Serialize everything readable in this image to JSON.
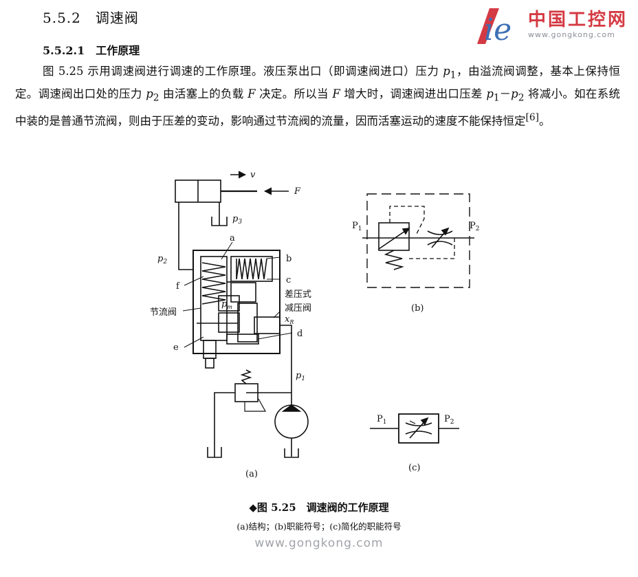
{
  "header": {
    "section_title": "5.5.2　调速阀",
    "subsection_title": "5.5.2.1　工作原理"
  },
  "logo": {
    "mark": "ie",
    "name": "中国工控网",
    "url": "www.gongkong.com"
  },
  "paragraph": {
    "s1": "图 5.25 示用调速阀进行调速的工作原理。液压泵出口（即调速阀进口）压力 ",
    "p1": "p",
    "p1_sub": "1",
    "s2": "，由溢流阀调整，基本上保持恒定。调速阀出口处的压力 ",
    "p2": "p",
    "p2_sub": "2",
    "s3": " 由活塞上的负载 ",
    "F1": "F",
    "s4": " 决定。所以当 ",
    "F2": "F",
    "s5": " 增大时，调速阀进出口压差 ",
    "p1b": "p",
    "p1b_sub": "1",
    "minus": "－",
    "p2b": "p",
    "p2b_sub": "2",
    "s6": " 将减小。如在系统中装的是普通节流阀，则由于压差的变动，影响通过节流阀的流量，因而活塞运动的速度不能保持恒定",
    "ref": "[6]",
    "s7": "。"
  },
  "figure": {
    "a": {
      "v": "v",
      "F": "F",
      "p3": "p",
      "p3_sub": "3",
      "p2": "p",
      "p2_sub": "2",
      "pm": "p",
      "pm_sub": "m",
      "p1": "p",
      "p1_sub": "1",
      "xr": "x",
      "xr_sub": "R",
      "a": "a",
      "b": "b",
      "c": "c",
      "d": "d",
      "e": "e",
      "f": "f",
      "throttle": "节流阀",
      "reducer_line1": "差压式",
      "reducer_line2": "减压阀",
      "panel": "(a)"
    },
    "b": {
      "P1": "P",
      "P1_sub": "1",
      "P2": "P",
      "P2_sub": "2",
      "panel": "(b)"
    },
    "c": {
      "P1": "P",
      "P1_sub": "1",
      "P2": "P",
      "P2_sub": "2",
      "panel": "(c)"
    }
  },
  "caption": {
    "main": "◆图 5.25　调速阀的工作原理",
    "sub": "(a)结构；(b)职能符号；(c)简化的职能符号"
  },
  "footer": {
    "url": "www.gongkong.com"
  },
  "colors": {
    "logo_red": "#d43a43",
    "logo_blue": "#3f6fb5",
    "watermark_gray": "#a0a3a8"
  }
}
